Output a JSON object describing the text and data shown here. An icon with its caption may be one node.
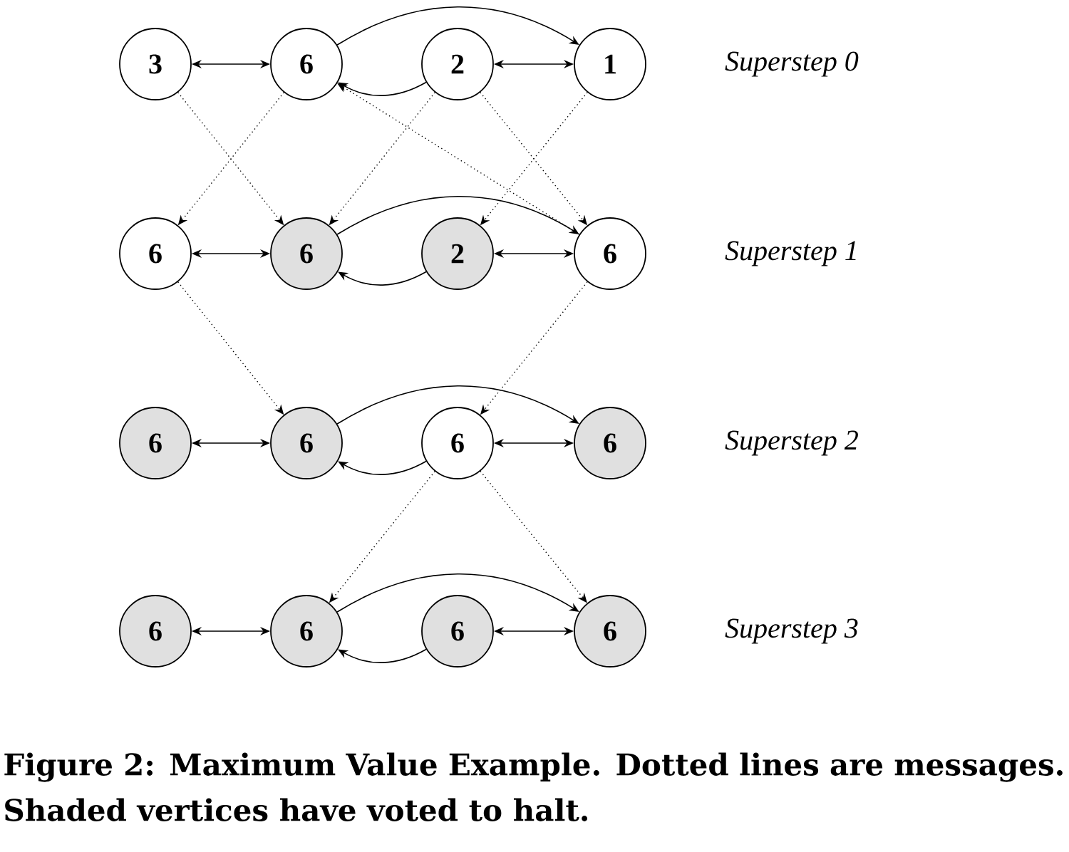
{
  "diagram": {
    "caption": "Figure 2: Maximum Value Example. Dotted lines are messages. Shaded vertices have voted to halt.",
    "nodes": [
      {
        "text": [
          "3"
        ]
      },
      {
        "text": [
          "6"
        ]
      },
      {
        "text": [
          "2"
        ]
      },
      {
        "text": [
          "1"
        ]
      },
      {
        "text": [
          "6"
        ]
      },
      {
        "text": [
          "6"
        ]
      },
      {
        "text": [
          "2"
        ]
      },
      {
        "text": [
          "6"
        ]
      },
      {
        "text": [
          "6"
        ]
      },
      {
        "text": [
          "6"
        ]
      },
      {
        "text": [
          "6"
        ]
      },
      {
        "text": [
          "6"
        ]
      },
      {
        "text": [
          "6"
        ]
      },
      {
        "text": [
          "6"
        ]
      },
      {
        "text": [
          "6"
        ]
      },
      {
        "text": [
          "6"
        ]
      }
    ],
    "edges": [
      {
        "from": 0,
        "to": 1,
        "arrow": "both"
      },
      {
        "from": 1,
        "to": 3,
        "arrow": "to"
      },
      {
        "from": 2,
        "to": 1,
        "arrow": "to"
      },
      {
        "from": 2,
        "to": 3,
        "arrow": "both"
      },
      {
        "from": 4,
        "to": 5,
        "arrow": "both"
      },
      {
        "from": 5,
        "to": 7,
        "arrow": "to"
      },
      {
        "from": 6,
        "to": 5,
        "arrow": "to"
      },
      {
        "from": 6,
        "to": 7,
        "arrow": "both"
      },
      {
        "from": 8,
        "to": 9,
        "arrow": "both"
      },
      {
        "from": 9,
        "to": 11,
        "arrow": "to"
      },
      {
        "from": 10,
        "to": 9,
        "arrow": "to"
      },
      {
        "from": 10,
        "to": 11,
        "arrow": "both"
      },
      {
        "from": 12,
        "to": 13,
        "arrow": "both"
      },
      {
        "from": 13,
        "to": 15,
        "arrow": "to"
      },
      {
        "from": 14,
        "to": 13,
        "arrow": "to"
      },
      {
        "from": 14,
        "to": 15,
        "arrow": "both"
      },
      {
        "from": 0,
        "to": 5,
        "arrow": "to",
        "style": "dashed"
      },
      {
        "from": 1,
        "to": 4,
        "arrow": "to",
        "style": "dashed"
      },
      {
        "from": 2,
        "to": 5,
        "arrow": "to",
        "style": "dashed"
      },
      {
        "from": 2,
        "to": 7,
        "arrow": "to",
        "style": "dashed"
      },
      {
        "from": 3,
        "to": 6,
        "arrow": "to",
        "style": "dashed"
      },
      {
        "from": 7,
        "to": 1,
        "arrow": "to",
        "style": "dashed"
      },
      {
        "from": 4,
        "to": 9,
        "arrow": "to",
        "style": "dashed"
      },
      {
        "from": 7,
        "to": 10,
        "arrow": "to",
        "style": "dashed"
      },
      {
        "from": 10,
        "to": 13,
        "arrow": "to",
        "style": "dashed"
      },
      {
        "from": 10,
        "to": 15,
        "arrow": "to",
        "style": "dashed"
      }
    ],
    "labels": [
      "Superstep 0",
      "Superstep 1",
      "Superstep 2",
      "Superstep 3"
    ]
  }
}
